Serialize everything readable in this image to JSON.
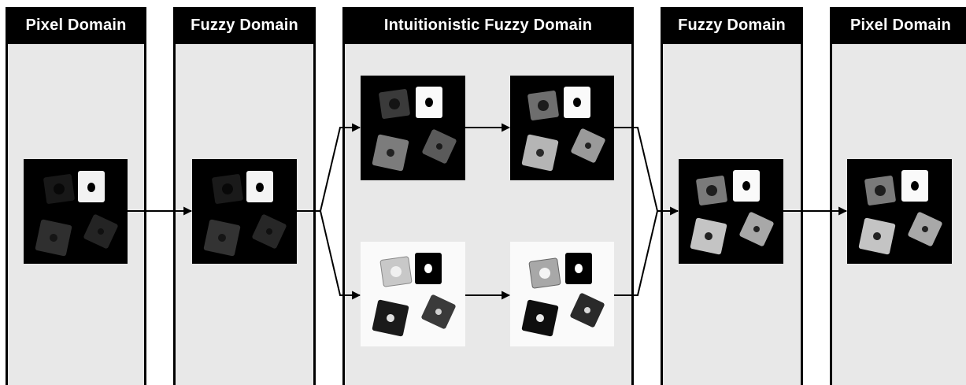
{
  "panels": [
    {
      "title": "Pixel Domain"
    },
    {
      "title": "Fuzzy Domain"
    },
    {
      "title": "Intuitionistic Fuzzy Domain"
    },
    {
      "title": "Fuzzy Domain"
    },
    {
      "title": "Pixel Domain"
    }
  ],
  "colors": {
    "header_bg": "#000000",
    "panel_bg": "#e8e8e8",
    "arrow": "#000000"
  }
}
